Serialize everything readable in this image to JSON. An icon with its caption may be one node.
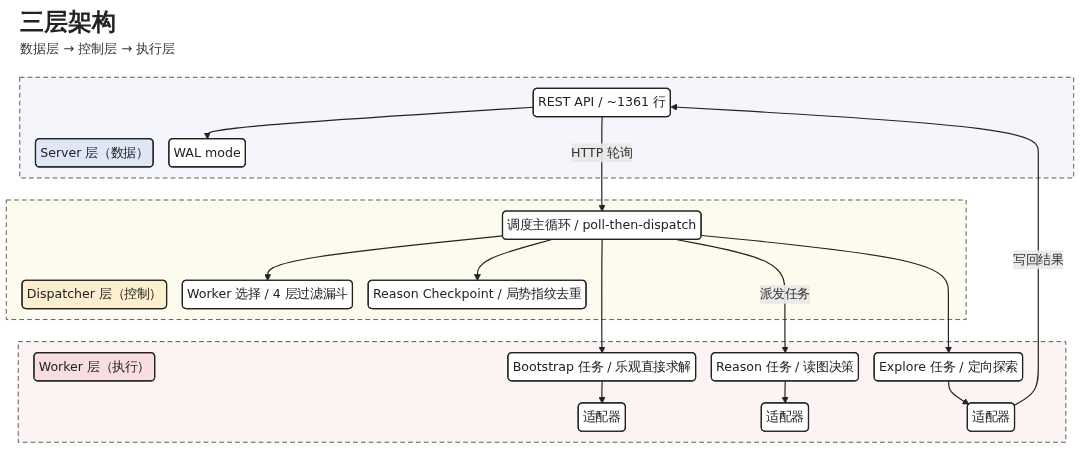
{
  "diagram": {
    "title": "三层架构",
    "nodes": [
      {
        "text": [],
        "shape": "box"
      },
      {
        "text": [
          "Server 层（数据）"
        ],
        "in": 0
      },
      {
        "text": [
          "WAL mode"
        ],
        "in": 0
      },
      {
        "text": [
          "REST API / ~1361 行"
        ],
        "in": 0
      },
      {
        "text": [],
        "shape": "box"
      },
      {
        "text": [
          "Dispatcher 层（控制）"
        ],
        "in": 4
      },
      {
        "text": [
          "调度主循环 / poll-then-dispatch"
        ],
        "in": 4
      },
      {
        "text": [
          "Worker 选择 / 4 层过滤漏斗"
        ],
        "in": 4
      },
      {
        "text": [
          "Reason Checkpoint / 局势指纹去重"
        ],
        "in": 4
      },
      {
        "text": [],
        "shape": "box"
      },
      {
        "text": [
          "Worker 层（执行）"
        ],
        "in": 9
      },
      {
        "text": [
          "Bootstrap 任务 / 乐观直接求解"
        ],
        "in": 9
      },
      {
        "text": [
          "Reason 任务 / 读图决策"
        ],
        "in": 9
      },
      {
        "text": [
          "Explore 任务 / 定向探索"
        ],
        "in": 9
      },
      {
        "text": [
          "适配器"
        ],
        "in": 9
      },
      {
        "text": [
          "适配器"
        ],
        "in": 9
      },
      {
        "text": [
          "适配器"
        ],
        "in": 9
      }
    ],
    "edges": [
      {
        "from": 3,
        "to": 2,
        "arrow": "to"
      },
      {
        "from": 3,
        "to": 6,
        "arrow": "to",
        "label": "HTTP 轮询"
      },
      {
        "from": 6,
        "to": 7,
        "arrow": "to"
      },
      {
        "from": 6,
        "to": 8,
        "arrow": "to"
      },
      {
        "from": 6,
        "to": 11,
        "arrow": "to"
      },
      {
        "from": 6,
        "to": 12,
        "arrow": "to",
        "label": "派发任务"
      },
      {
        "from": 6,
        "to": 13,
        "arrow": "to"
      },
      {
        "from": 11,
        "to": 14,
        "arrow": "to"
      },
      {
        "from": 12,
        "to": 15,
        "arrow": "to"
      },
      {
        "from": 13,
        "to": 16,
        "arrow": "to"
      },
      {
        "from": 16,
        "to": 3,
        "arrow": "to",
        "label": "写回结果"
      }
    ],
    "labels": [
      "数据层 → 控制层 → 执行层"
    ]
  }
}
